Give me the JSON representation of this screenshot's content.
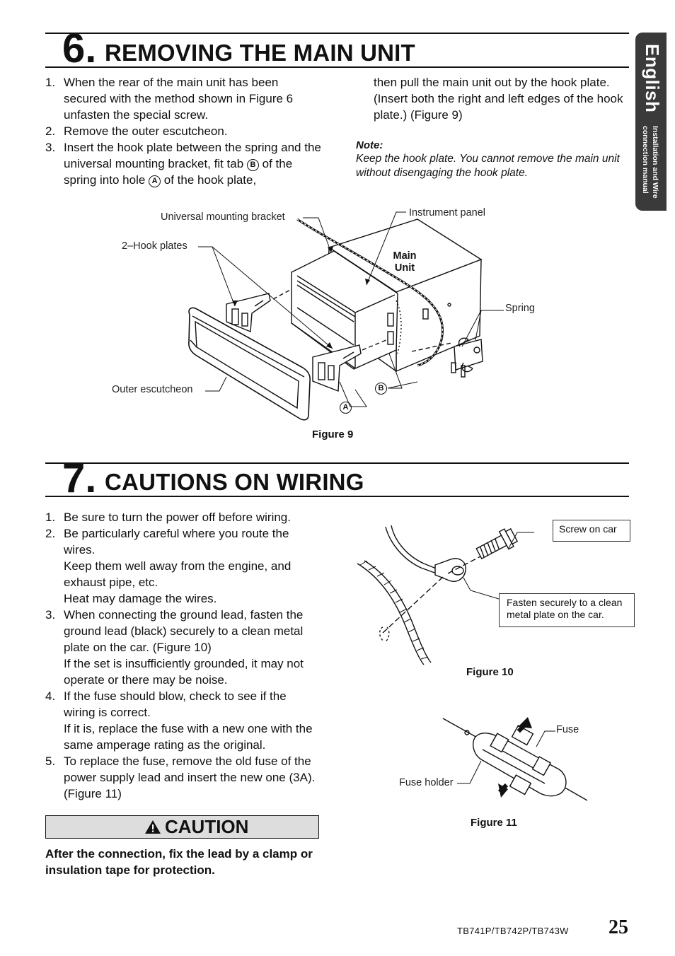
{
  "sidebar": {
    "language": "English",
    "manual_title_line1": "Installation and Wire",
    "manual_title_line2": "connection manual"
  },
  "section6": {
    "number": "6.",
    "title": "REMOVING THE MAIN UNIT",
    "steps": [
      {
        "num": "1.",
        "text": "When the rear of the main unit has been secured with the method shown in Figure 6 unfasten the special screw."
      },
      {
        "num": "2.",
        "text": "Remove the outer escutcheon."
      },
      {
        "num": "3.",
        "text_before_b": "Insert the hook plate between the spring and the universal mounting bracket, fit tab",
        "circle_b": "B",
        "text_after_b": "of the spring into hole",
        "circle_a": "A",
        "text_after_a": "of the hook plate,"
      }
    ],
    "step3_continued": "then pull the main unit out by the hook plate. (Insert both the right and left edges of the hook plate.) (Figure 9)",
    "note_heading": "Note:",
    "note_text": "Keep the hook plate. You cannot remove the main unit without disengaging the hook plate.",
    "figure": {
      "caption": "Figure 9",
      "labels": {
        "universal_mounting_bracket": "Universal mounting bracket",
        "instrument_panel": "Instrument panel",
        "hook_plates": "2–Hook plates",
        "main_unit_line1": "Main",
        "main_unit_line2": "Unit",
        "spring": "Spring",
        "outer_escutcheon": "Outer escutcheon",
        "tab_b": "B",
        "hole_a": "A"
      }
    }
  },
  "section7": {
    "number": "7.",
    "title": "CAUTIONS ON WIRING",
    "steps": [
      {
        "num": "1.",
        "lines": [
          "Be sure to turn the power off before wiring."
        ]
      },
      {
        "num": "2.",
        "lines": [
          "Be particularly careful where you route the wires.",
          "Keep them well away from the engine, and exhaust pipe, etc.",
          "Heat may damage the wires."
        ]
      },
      {
        "num": "3.",
        "lines": [
          "When connecting the ground lead, fasten the ground lead (black) securely to a clean metal plate on the car. (Figure 10)",
          "If the set is insufficiently grounded, it may not operate or there may be noise."
        ]
      },
      {
        "num": "4.",
        "lines": [
          "If the fuse should blow, check to see if the wiring is correct.",
          "If it is, replace the fuse with a new one with the same amperage rating as the original."
        ]
      },
      {
        "num": "5.",
        "lines": [
          "To replace the fuse, remove the old fuse of the power supply lead and insert the new one (3A). (Figure 11)"
        ]
      }
    ],
    "caution_label": "CAUTION",
    "caution_text": "After the connection, fix the lead by a clamp or insulation tape for protection.",
    "figure10": {
      "caption": "Figure 10",
      "screw_label": "Screw on car",
      "fasten_label": "Fasten securely to a clean metal plate on the car."
    },
    "figure11": {
      "caption": "Figure 11",
      "fuse_label": "Fuse",
      "fuse_holder_label": "Fuse holder"
    }
  },
  "footer": {
    "model": "TB741P/TB742P/TB743W",
    "page_number": "25"
  }
}
